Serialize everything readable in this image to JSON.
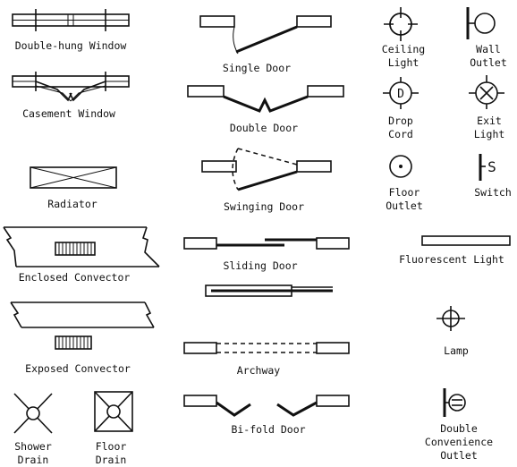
{
  "symbols": {
    "double_hung_window": "Double-hung Window",
    "casement_window": "Casement Window",
    "radiator": "Radiator",
    "enclosed_convector": "Enclosed Convector",
    "exposed_convector": "Exposed Convector",
    "shower_drain": "Shower\nDrain",
    "floor_drain": "Floor\nDrain",
    "single_door": "Single Door",
    "double_door": "Double Door",
    "swinging_door": "Swinging Door",
    "sliding_door": "Sliding Door",
    "archway": "Archway",
    "bi_fold_door": "Bi-fold Door",
    "ceiling_light": "Ceiling\nLight",
    "wall_outlet": "Wall\nOutlet",
    "drop_cord": "Drop\nCord",
    "exit_light": "Exit\nLight",
    "floor_outlet": "Floor\nOutlet",
    "switch": "Switch",
    "fluorescent_light": "Fluorescent Light",
    "lamp": "Lamp",
    "double_convenience_outlet": "Double\nConvenience\nOutlet"
  },
  "glyphs": {
    "drop_cord_letter": "D",
    "switch_letter": "S"
  }
}
